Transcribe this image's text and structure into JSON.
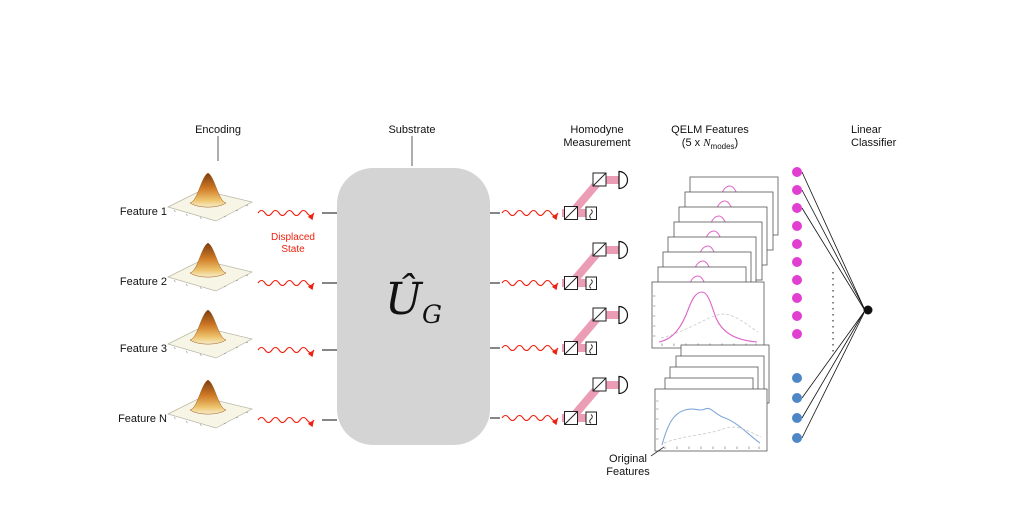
{
  "labels": {
    "encoding": "Encoding",
    "substrate": "Substrate",
    "homodyne_line1": "Homodyne",
    "homodyne_line2": "Measurement",
    "qelm_line1": "QELM Features",
    "qelm_prefix": "(5 x ",
    "qelm_n": "N",
    "qelm_sub": "modes",
    "qelm_suffix": ")",
    "classifier_line1": "Linear",
    "classifier_line2": "Classifier",
    "displaced_line1": "Displaced",
    "displaced_line2": "State",
    "original_line1": "Original",
    "original_line2": "Features",
    "operator": "Û",
    "operator_sub": "G"
  },
  "features": [
    {
      "label": "Feature 1"
    },
    {
      "label": "Feature 2"
    },
    {
      "label": "Feature 3"
    },
    {
      "label": "Feature N"
    }
  ],
  "network": {
    "qelm_nodes": 10,
    "original_nodes": 4,
    "qelm_stack_frames": 8,
    "original_stack_frames": 5,
    "homodyne_units": 4,
    "output_nodes": 1
  },
  "colors": {
    "wave_red": "#ee2211",
    "qelm_magenta": "#e13fd2",
    "qelm_curve": "#df63c8",
    "original_blue": "#4f86c6",
    "original_curve": "#7fa8d8",
    "homodyne_band_pink": "#ec9db6",
    "substrate_gray": "#d4d4d4"
  }
}
